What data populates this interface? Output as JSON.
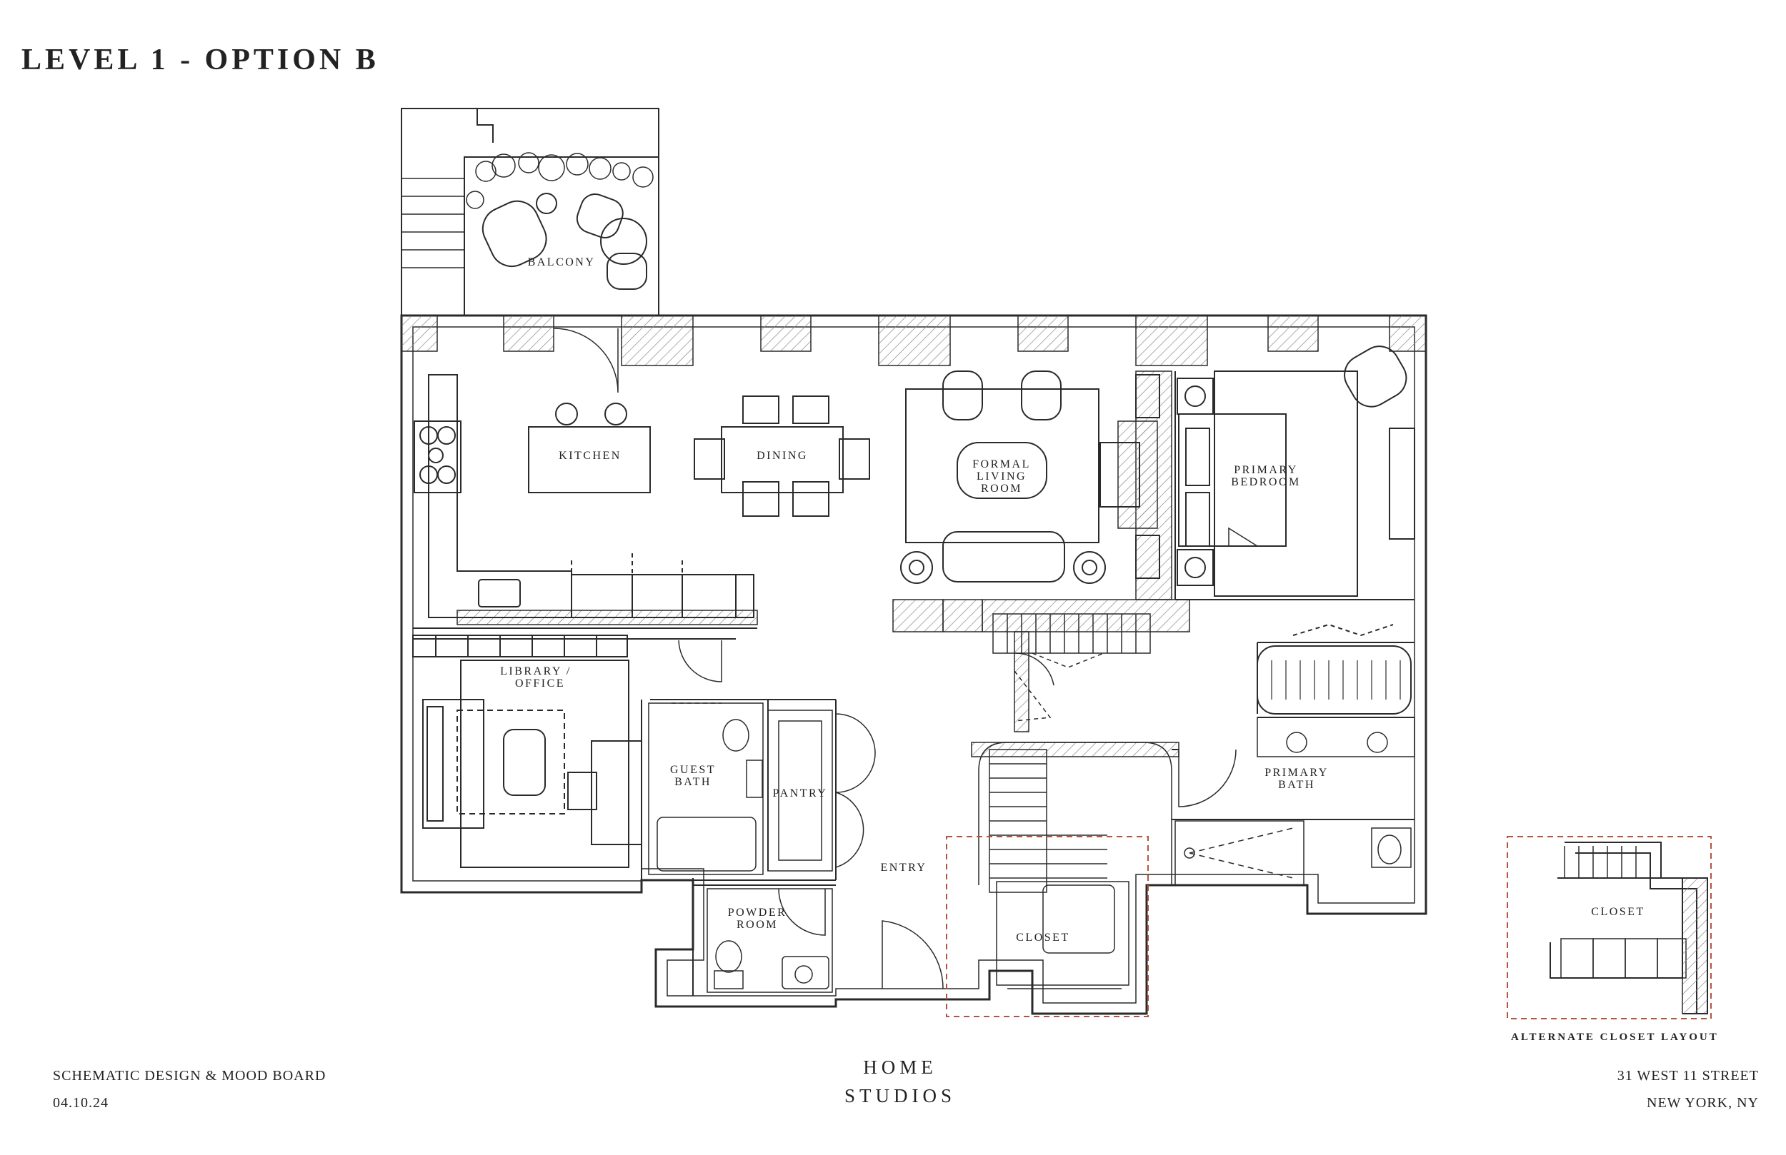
{
  "title": "LEVEL 1 - OPTION B",
  "rooms": {
    "balcony": "BALCONY",
    "kitchen": "KITCHEN",
    "dining": "DINING",
    "formal_living_room": [
      "FORMAL",
      "LIVING",
      "ROOM"
    ],
    "primary_bedroom": [
      "PRIMARY",
      "BEDROOM"
    ],
    "library_office": [
      "LIBRARY /",
      "OFFICE"
    ],
    "guest_bath": [
      "GUEST",
      "BATH"
    ],
    "pantry": "PANTRY",
    "primary_bath": [
      "PRIMARY",
      "BATH"
    ],
    "entry": "ENTRY",
    "powder_room": [
      "POWDER",
      "ROOM"
    ],
    "closet": "CLOSET",
    "alt_closet": "CLOSET"
  },
  "alternate_caption": "ALTERNATE CLOSET LAYOUT",
  "footer": {
    "left_line1": "SCHEMATIC DESIGN & MOOD BOARD",
    "left_line2": "04.10.24",
    "brand_line1": "HOME",
    "brand_line2": "STUDIOS",
    "right_line1": "31 WEST 11 STREET",
    "right_line2": "NEW YORK, NY"
  },
  "colors": {
    "line": "#2a2a2a",
    "hatch": "#888888",
    "dashed_highlight": "#b5533f"
  }
}
